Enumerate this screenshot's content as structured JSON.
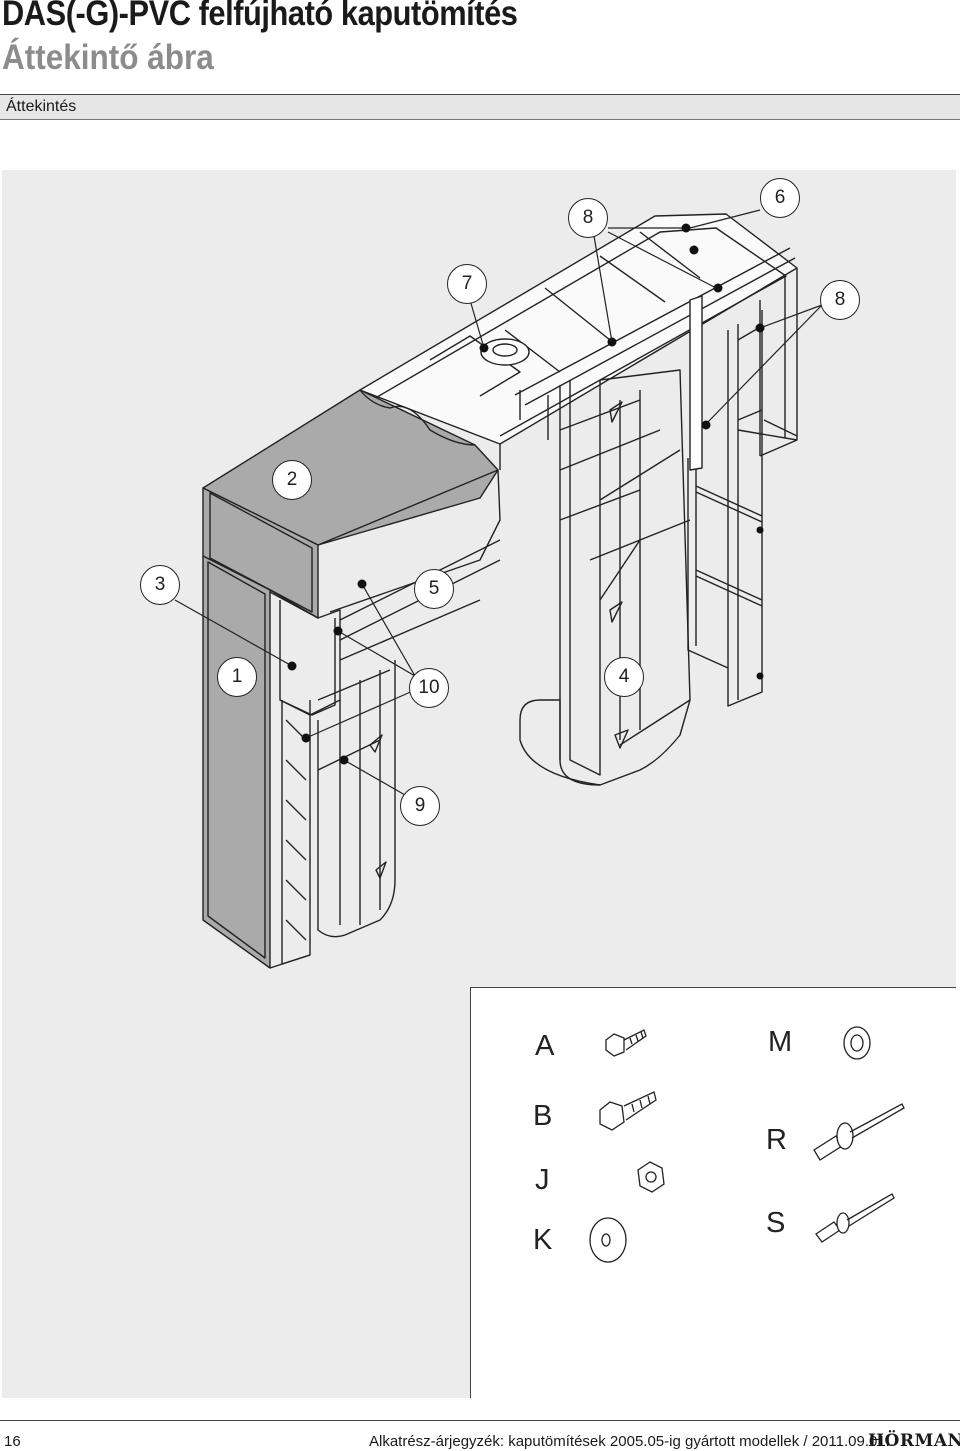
{
  "header": {
    "title": "DAS(-G)-PVC felfújható kaputömítés",
    "subtitle": "Áttekintő ábra",
    "section": "Áttekintés"
  },
  "callouts": [
    "6",
    "8",
    "7",
    "8",
    "2",
    "3",
    "5",
    "1",
    "10",
    "4",
    "9"
  ],
  "parts": [
    "A",
    "M",
    "B",
    "R",
    "J",
    "K",
    "S"
  ],
  "footer": {
    "page": "16",
    "text": "Alkatrész-árjegyzék: kaputömítések 2005.05-ig gyártott modellek / 2011.09.01..",
    "brand": "HÖRMANN"
  }
}
